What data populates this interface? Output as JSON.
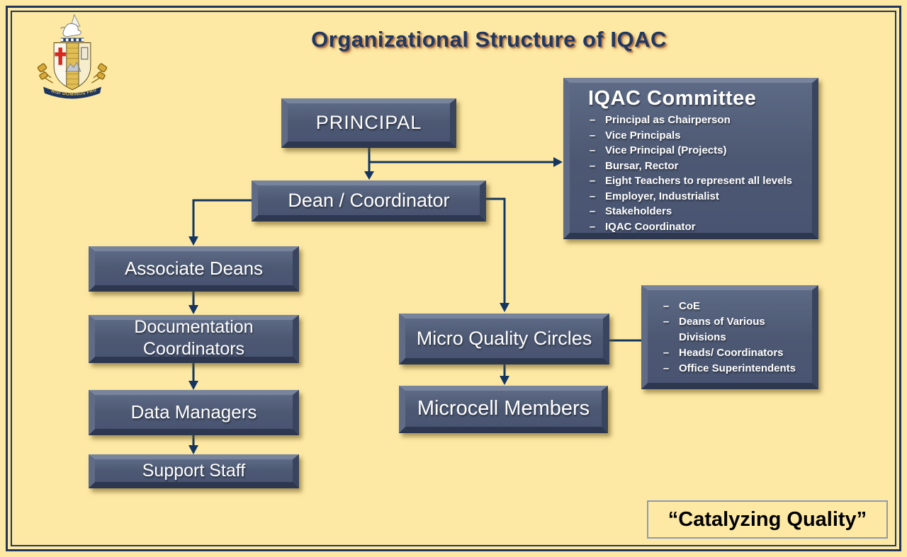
{
  "slide": {
    "title": "Organizational Structure of IQAC",
    "slogan": "“Catalyzing Quality”"
  },
  "crest": {
    "motto": "NISI DOMINUS FRUSTRA"
  },
  "list_bullet": "–",
  "org": {
    "principal": "PRINCIPAL",
    "dean_coordinator": "Dean / Coordinator",
    "associate_deans": "Associate Deans",
    "documentation_coordinators": "Documentation Coordinators",
    "data_managers": "Data Managers",
    "support_staff": "Support Staff",
    "micro_quality_circles": "Micro Quality Circles",
    "microcell_members": "Microcell Members"
  },
  "iqac_committee": {
    "heading": "IQAC Committee",
    "items": [
      "Principal as Chairperson",
      "Vice Principals",
      "Vice Principal (Projects)",
      "Bursar, Rector",
      "Eight Teachers to represent all levels",
      "Employer, Industrialist",
      "Stakeholders",
      "IQAC Coordinator"
    ]
  },
  "mqc_composition": {
    "items": [
      "CoE",
      "Deans of Various Divisions",
      "Heads/ Coordinators",
      "Office Superintendents"
    ]
  },
  "colors": {
    "background": "#FDE9A4",
    "frame": "#1E3560",
    "box_face": "#4D5973",
    "box_bevel_light": "#78849C",
    "box_bevel_dark": "#2D3850",
    "connector": "#14355F",
    "title_text": "#1F3864",
    "title_glow": "#9B4A1E",
    "box_text": "#FFFFFF",
    "slogan_text": "#000000",
    "slogan_border": "#8B9BB8",
    "crest_gold": "#D9A93C",
    "crest_cross_red": "#D42B1E"
  }
}
